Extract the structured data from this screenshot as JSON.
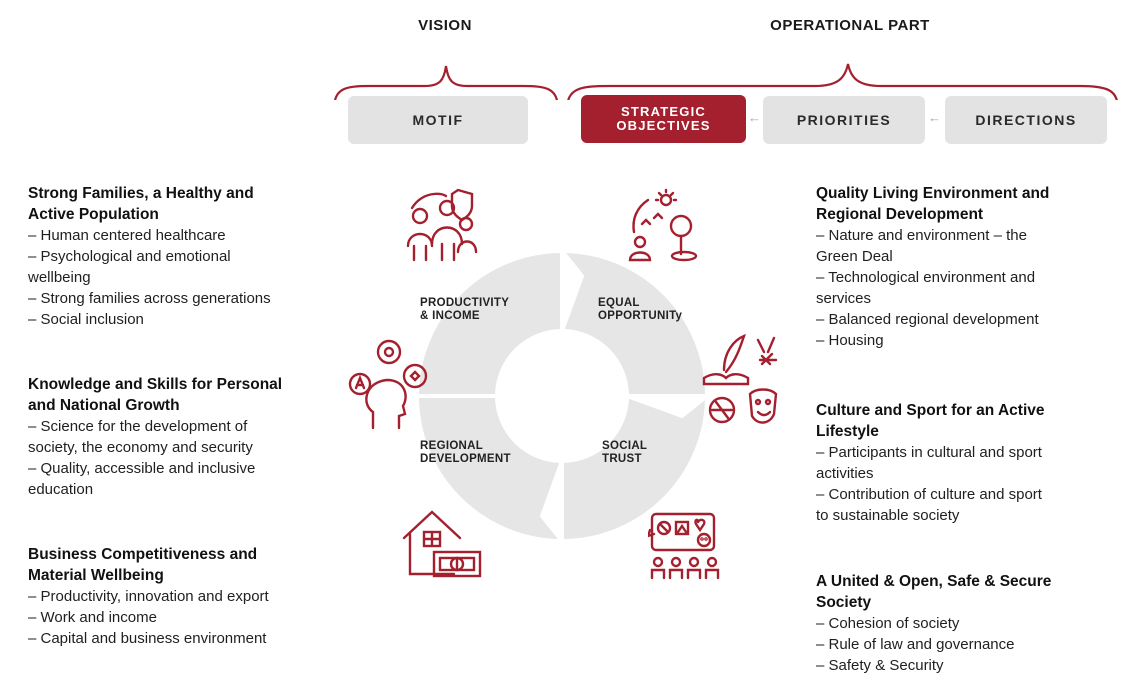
{
  "header": {
    "vision": "VISION",
    "operational": "OPERATIONAL PART"
  },
  "pills": {
    "motif": "MOTIF",
    "strategic": "STRATEGIC\nOBJECTIVES",
    "strategic_line1": "STRATEGIC",
    "strategic_line2": "OBJECTIVES",
    "priorities": "PRIORITIES",
    "directions": "DIRECTIONS"
  },
  "cycle": {
    "seg1_l1": "PRODUCTIVITY",
    "seg1_l2": "& INCOME",
    "seg2_l1": "EQUAL",
    "seg2_l2": "OPPORTUNITy",
    "seg3_l1": "REGIONAL",
    "seg3_l2": "DEVELOPMENT",
    "seg4_l1": "SOCIAL",
    "seg4_l2": "TRUST"
  },
  "left_goals": [
    {
      "title": [
        "Strong Families, a Healthy and",
        "Active Population"
      ],
      "items": [
        "– Human centered healthcare",
        "– Psychological and emotional",
        "wellbeing",
        "– Strong families across generations",
        "– Social inclusion"
      ]
    },
    {
      "title": [
        "Knowledge and Skills for Personal",
        "and National Growth"
      ],
      "items": [
        "– Science for the development of",
        "society, the economy and security",
        "– Quality, accessible and inclusive",
        "education"
      ]
    },
    {
      "title": [
        "Business Competitiveness and",
        "Material Wellbeing"
      ],
      "items": [
        "– Productivity, innovation and export",
        "– Work and income",
        "– Capital and business environment"
      ]
    }
  ],
  "right_goals": [
    {
      "title": [
        "Quality Living Environment and",
        "Regional Development"
      ],
      "items": [
        "– Nature and environment – the",
        "Green Deal",
        "– Technological environment and",
        "services",
        "– Balanced regional development",
        "– Housing"
      ]
    },
    {
      "title": [
        "Culture and Sport for an Active",
        "Lifestyle"
      ],
      "items": [
        "– Participants in cultural and sport",
        "activities",
        "– Contribution of culture and sport",
        "to sustainable society"
      ]
    },
    {
      "title": [
        "A United & Open, Safe & Secure",
        "Society"
      ],
      "items": [
        "– Cohesion of society",
        "– Rule of law and governance",
        "– Safety & Security"
      ]
    }
  ],
  "colors": {
    "accent": "#a4202f",
    "pill_bg": "#e3e3e3",
    "cycle_grey": "#e6e6e6",
    "icon_red": "#a4202f"
  },
  "icons": [
    "family-icon",
    "nature-icon",
    "ideas-head-icon",
    "culture-sport-icon",
    "house-money-icon",
    "community-icon"
  ]
}
